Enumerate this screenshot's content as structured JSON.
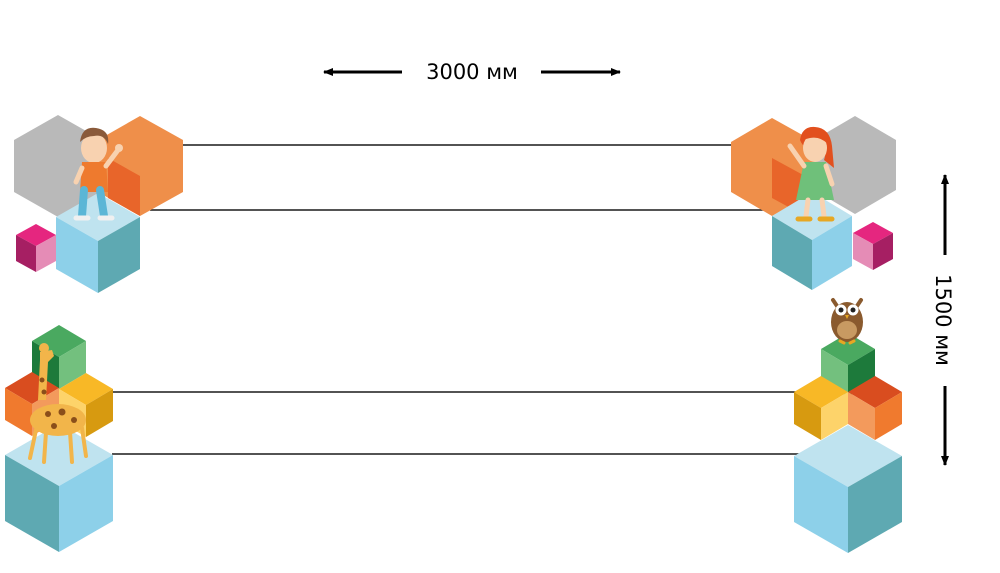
{
  "dimensions": {
    "width_label": "3000 мм",
    "height_label": "1500 мм"
  },
  "colors": {
    "line": "#1a1a1a",
    "blue_light": "#bfe3ef",
    "blue_left": "#5ea9b2",
    "blue_right": "#8dd0e9",
    "orange": "#ef8f4a",
    "orange_dark": "#e8652a",
    "gray": "#b9b9b9",
    "pink": "#e5267f",
    "green": "#4aa960",
    "yellow": "#f8b826"
  },
  "figures": {
    "top_left": "boy",
    "top_right": "girl",
    "bottom_left": "giraffe",
    "bottom_right": "owl"
  }
}
